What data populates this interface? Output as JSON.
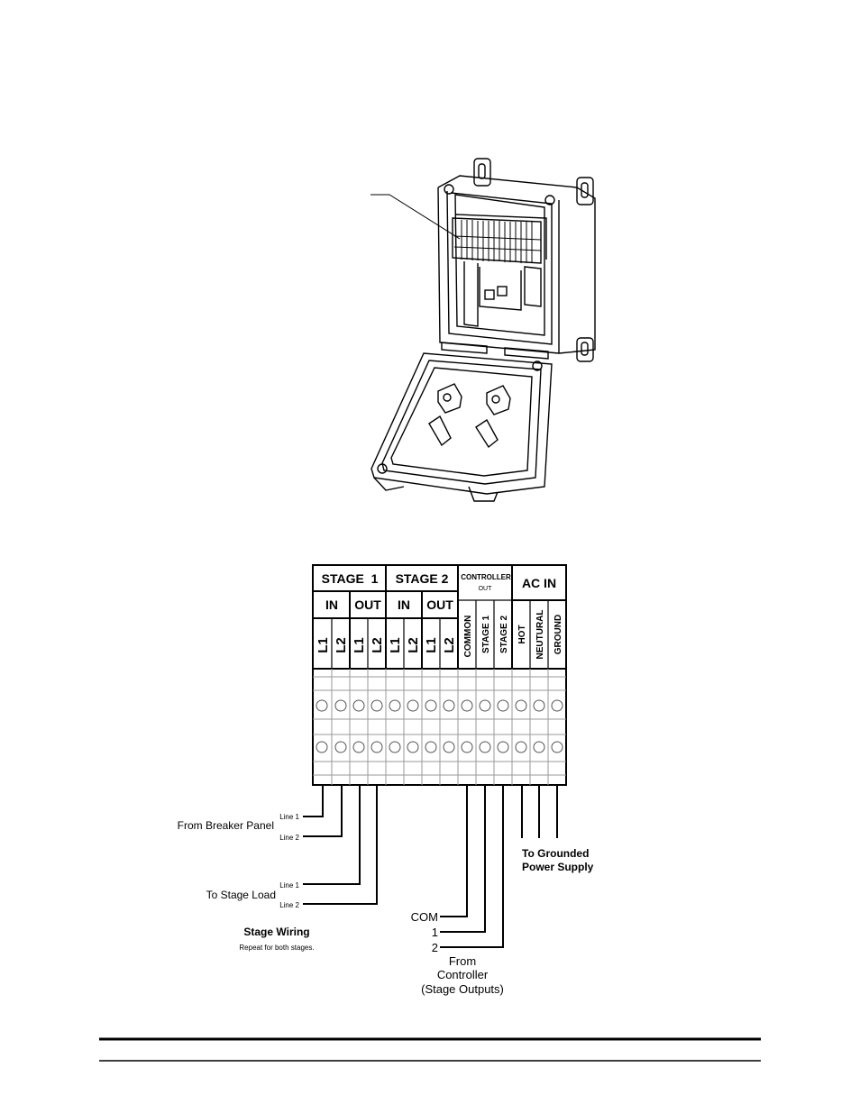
{
  "terminal_block": {
    "groups": {
      "stage1": "STAGE  1",
      "stage2": "STAGE 2",
      "controller_out_line1": "CONTROLLER",
      "controller_out_line2": "OUT",
      "ac_in": "AC IN"
    },
    "subgroups": {
      "stage1_in": "IN",
      "stage1_out": "OUT",
      "stage2_in": "IN",
      "stage2_out": "OUT"
    },
    "terminals": [
      "L1",
      "L2",
      "L1",
      "L2",
      "L1",
      "L2",
      "L1",
      "L2",
      "COMMON",
      "STAGE 1",
      "STAGE 2",
      "HOT",
      "NEUTURAL",
      "GROUND"
    ]
  },
  "wiring": {
    "breaker": {
      "label": "From Breaker Panel",
      "line1": "Line 1",
      "line2": "Line 2"
    },
    "load": {
      "label": "To Stage Load",
      "line1": "Line 1",
      "line2": "Line 2"
    },
    "stage_wiring_title": "Stage Wiring",
    "stage_wiring_note": "Repeat for both stages.",
    "controller": {
      "com": "COM",
      "one": "1",
      "two": "2",
      "from1": "From",
      "from2": "Controller",
      "from3": "(Stage Outputs)"
    },
    "power": {
      "line1": "To Grounded",
      "line2": "Power Supply"
    }
  }
}
